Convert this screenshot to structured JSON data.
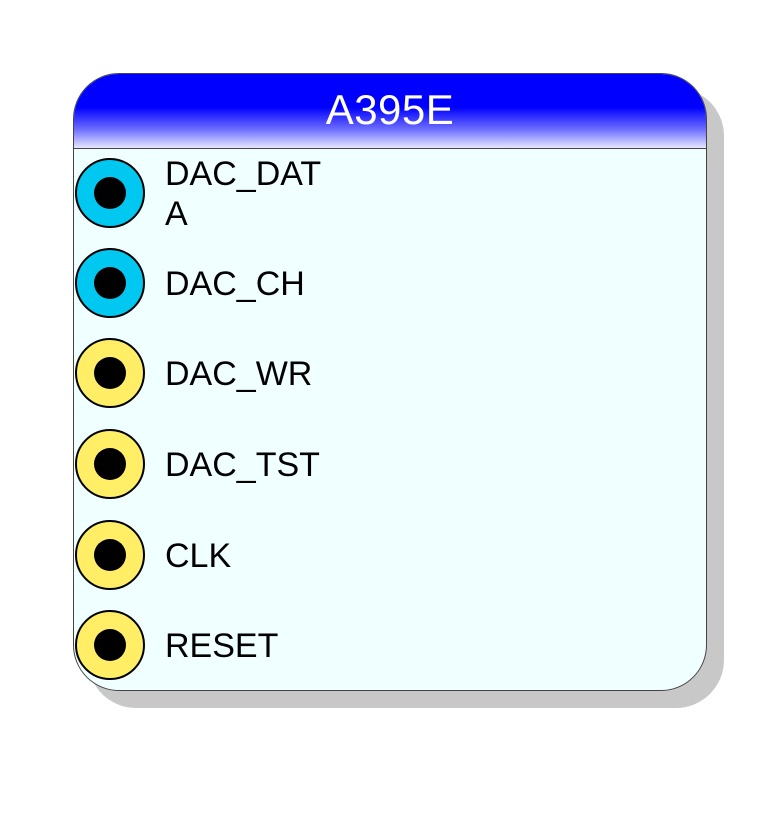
{
  "block": {
    "title": "A395E",
    "ports": [
      {
        "label": "DAC_DAT\nA",
        "color": "#00c8f0"
      },
      {
        "label": "DAC_CH",
        "color": "#00c8f0"
      },
      {
        "label": "DAC_WR",
        "color": "#ffee66"
      },
      {
        "label": "DAC_TST",
        "color": "#ffee66"
      },
      {
        "label": "CLK",
        "color": "#ffee66"
      },
      {
        "label": "RESET",
        "color": "#ffee66"
      }
    ]
  },
  "colors": {
    "header": "#0000ff",
    "body": "#f0ffff",
    "input_port": "#00c8f0",
    "signal_port": "#ffee66"
  }
}
